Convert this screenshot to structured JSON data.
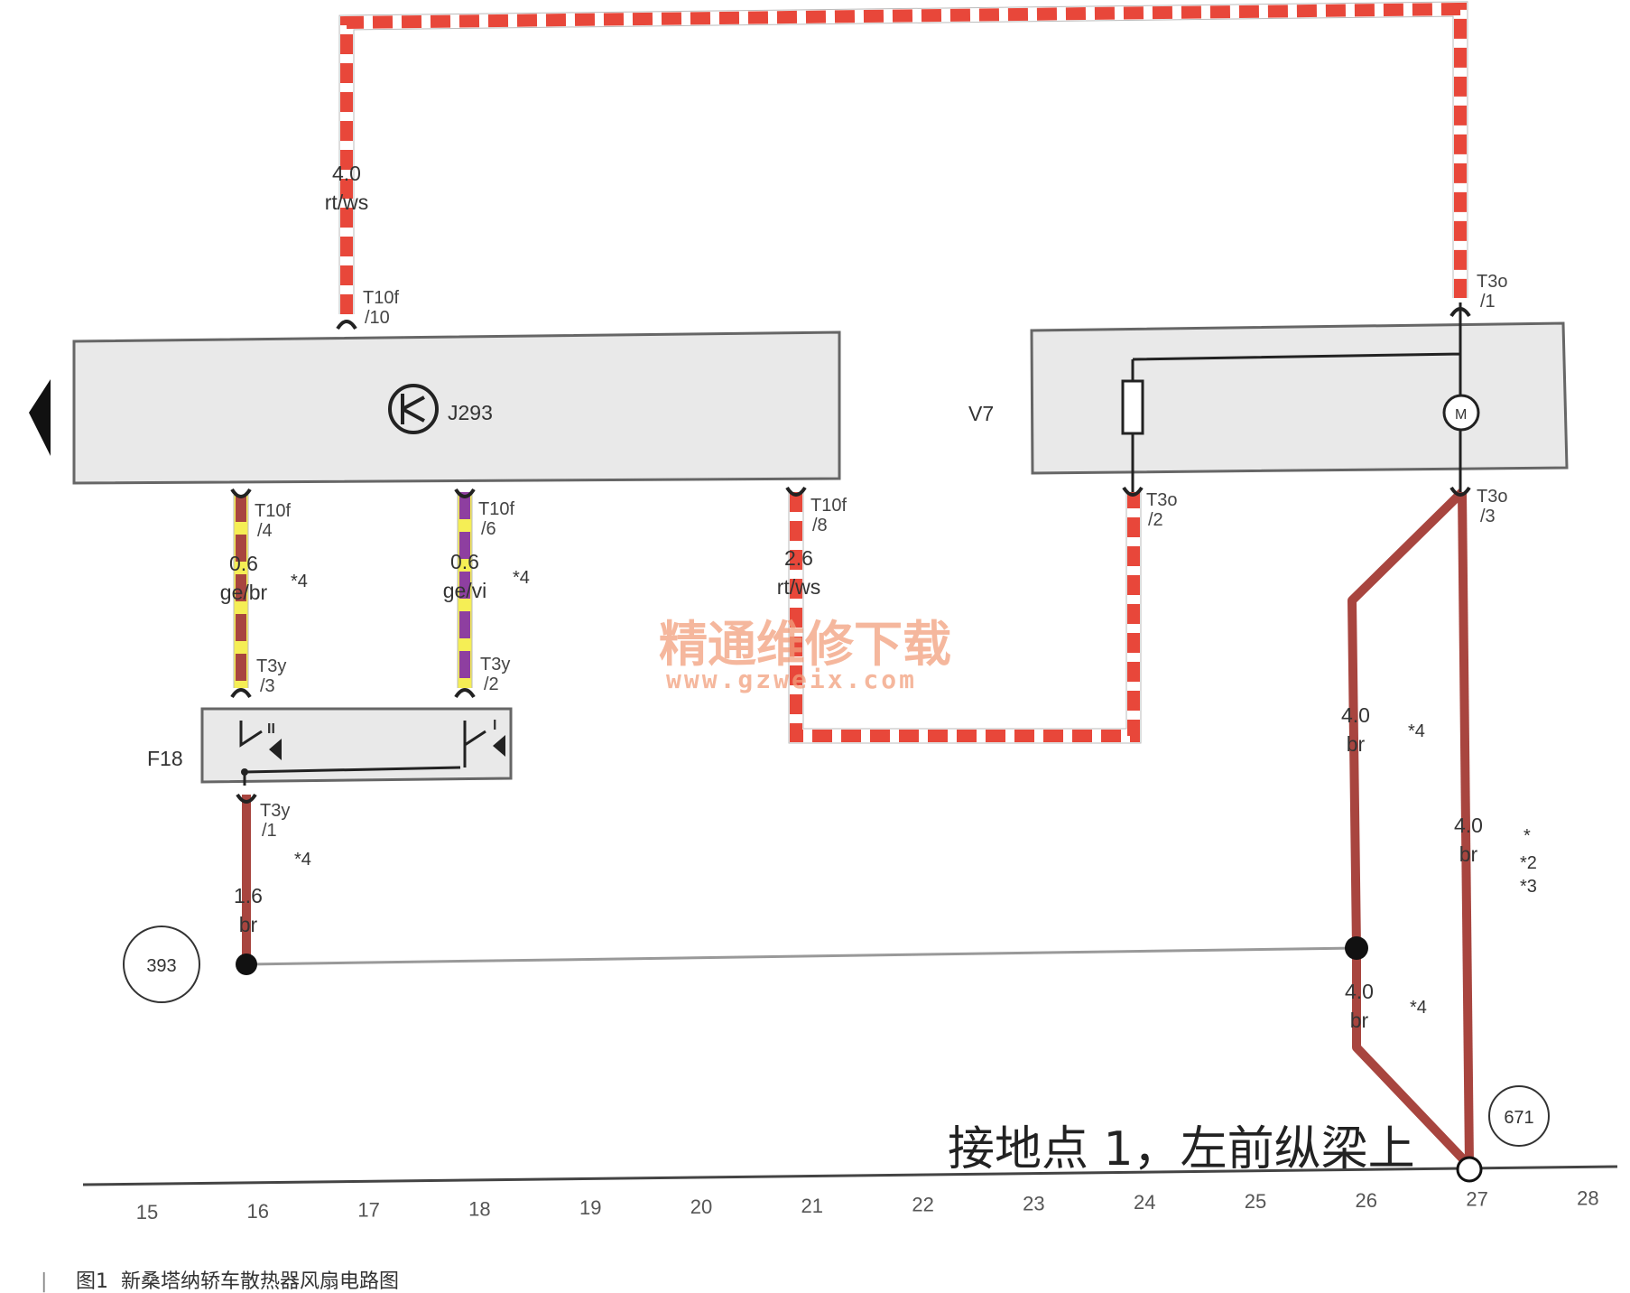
{
  "colors": {
    "red": "#e8473a",
    "brown": "#a8453f",
    "yellow": "#f5ee55",
    "violet": "#8e3fa0",
    "module_fill": "#e9e9e9",
    "module_stroke": "#666666"
  },
  "components": {
    "j293": "J293",
    "v7": "V7",
    "f18": "F18",
    "motor": "M"
  },
  "connectors": {
    "t10f_10": [
      "T10f",
      "/10"
    ],
    "t10f_4": [
      "T10f",
      "/4"
    ],
    "t10f_6": [
      "T10f",
      "/6"
    ],
    "t10f_8": [
      "T10f",
      "/8"
    ],
    "t3o_1": [
      "T3o",
      "/1"
    ],
    "t3o_2": [
      "T3o",
      "/2"
    ],
    "t3o_3": [
      "T3o",
      "/3"
    ],
    "t3y_3": [
      "T3y",
      "/3"
    ],
    "t3y_2": [
      "T3y",
      "/2"
    ],
    "t3y_1": [
      "T3y",
      "/1"
    ]
  },
  "wires": {
    "w1": [
      "4.0",
      "rt/ws"
    ],
    "w2": [
      "0.6",
      "ge/br"
    ],
    "w3": [
      "0.6",
      "ge/vi"
    ],
    "w4": [
      "2.6",
      "rt/ws"
    ],
    "w5": [
      "4.0",
      "br"
    ],
    "w6": [
      "4.0",
      "br"
    ],
    "w7": [
      "1.6",
      "br"
    ],
    "w8": [
      "4.0",
      "br"
    ]
  },
  "notes": {
    "n1": "*4",
    "n2": "*4",
    "n3": "*4",
    "n4": "*4",
    "n5": "*4",
    "n6": [
      "*",
      "*2",
      "*3"
    ]
  },
  "switch_positions": [
    "II",
    "I"
  ],
  "ground_points": {
    "g393": "393",
    "g671": "671"
  },
  "ground_label": "接地点 1，左前纵梁上",
  "axis_ticks": [
    "15",
    "16",
    "17",
    "18",
    "19",
    "20",
    "21",
    "22",
    "23",
    "24",
    "25",
    "26",
    "27",
    "28"
  ],
  "watermark": {
    "title": "精通维修下载",
    "url": "www.gzweix.com"
  },
  "caption": {
    "marker": "|",
    "label": "图1",
    "text": "新桑塔纳轿车散热器风扇电路图"
  }
}
